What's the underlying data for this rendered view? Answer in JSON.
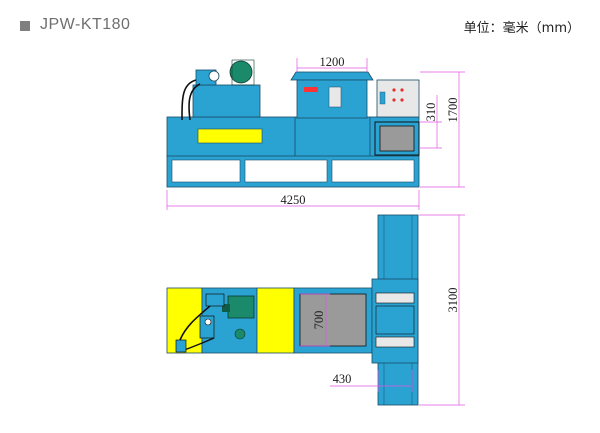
{
  "header": {
    "model": "JPW-KT180",
    "unit": "单位：毫米（mm）"
  },
  "front_view": {
    "label_width_top": "1200",
    "label_height_total": "1700",
    "label_height_opening": "310",
    "label_length_total": "4250"
  },
  "top_view": {
    "label_chamber_width": "700",
    "label_total_length": "3100",
    "label_discharge_width": "430"
  },
  "colors": {
    "machine_blue": "#2aa3d3",
    "outline": "#1a4a66",
    "warning_yellow": "#ffff00",
    "dimension_magenta": "#e055e0",
    "panel_gray": "#e8e8e8",
    "chamber_gray": "#9a9a9a"
  },
  "icons": {
    "brand_plate": "brand-plate-icon",
    "indicator_light": "indicator-light-icon"
  }
}
